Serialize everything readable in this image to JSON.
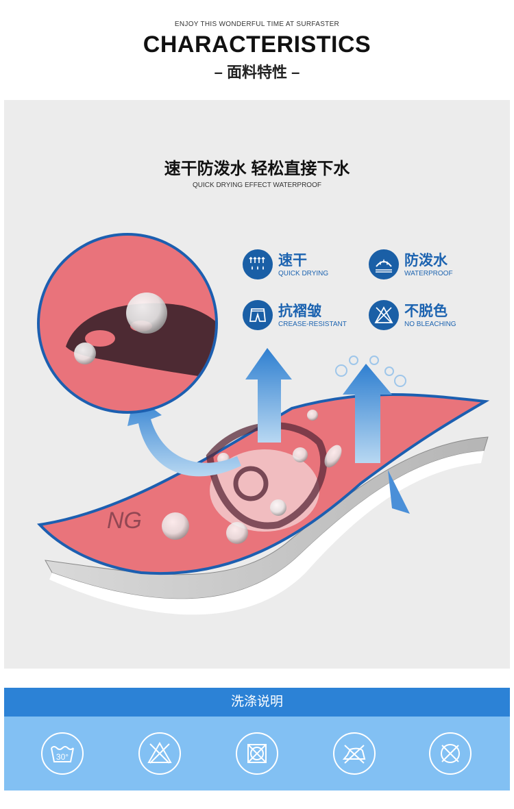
{
  "header": {
    "tagline": "ENJOY THIS WONDERFUL TIME AT SURFASTER",
    "title": "CHARACTERISTICS",
    "subtitle": "– 面料特性 –"
  },
  "panel": {
    "headline": "速干防泼水 轻松直接下水",
    "headline_en": "QUICK DRYING EFFECT WATERPROOF"
  },
  "features": [
    {
      "icon": "quick-dry-icon",
      "zh": "速干",
      "en": "QUICK DRYING"
    },
    {
      "icon": "waterproof-icon",
      "zh": "防泼水",
      "en": "WATERPROOF"
    },
    {
      "icon": "shorts-icon",
      "zh": "抗褶皱",
      "en": "CREASE-RESISTANT"
    },
    {
      "icon": "no-bleach-icon",
      "zh": "不脱色",
      "en": "NO BLEACHING"
    }
  ],
  "wash": {
    "title": "洗涤说明",
    "icons": [
      {
        "icon": "wash-30-icon",
        "label": "30°"
      },
      {
        "icon": "no-bleach-triangle-icon"
      },
      {
        "icon": "no-tumble-dry-icon"
      },
      {
        "icon": "no-iron-icon"
      },
      {
        "icon": "no-dry-clean-icon"
      }
    ]
  },
  "colors": {
    "brand_blue": "#1a5fa6",
    "wash_header": "#2c82d6",
    "wash_strip": "#82c0f3",
    "fabric_pink": "#e9747b"
  }
}
